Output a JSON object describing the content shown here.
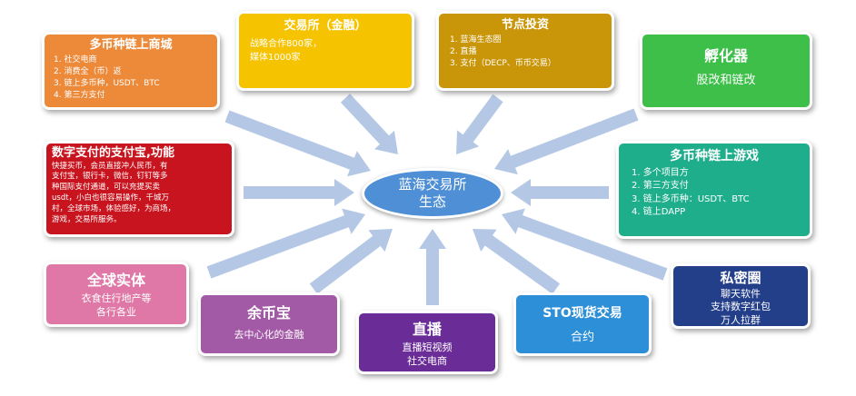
{
  "center": {
    "line1": "蓝海交易所",
    "line2": "生态"
  },
  "nodes": {
    "multi_coin_mall": {
      "title": "多币种链上商城",
      "items": [
        "1. 社交电商",
        "2. 消费全（币）返",
        "3. 链上多币种，USDT、BTC",
        "4. 第三方支付"
      ],
      "color": "#ec8a3a"
    },
    "exchange": {
      "title": "交易所（金融）",
      "lines": [
        "战略合作800家，",
        "媒体1000家"
      ],
      "color": "#f5c300"
    },
    "node_investment": {
      "title": "节点投资",
      "items": [
        "1. 蓝海生态圈",
        "2. 直播",
        "3. 支付（DECP、币币交易）"
      ],
      "color": "#c9960a"
    },
    "incubator": {
      "title": "孵化器",
      "lines": [
        "股改和链改"
      ],
      "color": "#3dbf4a"
    },
    "digital_payment": {
      "title": "数字支付的支付宝,功能",
      "lines": [
        "快捷买币，会员直接冲人民币，有",
        "支付宝，银行卡，微信，钉钉等多",
        "种国际支付通道，可以充提买卖",
        "usdt，小白也很容易操作，千城万",
        "村，全球市场，体验感好，为商场，",
        "游戏，交易所服务。"
      ],
      "color": "#c8141e"
    },
    "multi_coin_game": {
      "title": "多币种链上游戏",
      "items": [
        "1. 多个项目方",
        "2. 第三方支付",
        "3. 链上多币种：USDT、BTC",
        "4. 链上DAPP"
      ],
      "color": "#1fae8c"
    },
    "global_entity": {
      "title": "全球实体",
      "lines": [
        "衣食住行地产等",
        "各行各业"
      ],
      "color": "#df78a6"
    },
    "yubibao": {
      "title": "余币宝",
      "lines": [
        "去中心化的金融"
      ],
      "color": "#a35aa6"
    },
    "live": {
      "title": "直播",
      "lines": [
        "直播短视频",
        "社交电商"
      ],
      "color": "#6a2c96"
    },
    "sto": {
      "title": "STO现货交易",
      "lines": [
        "合约"
      ],
      "color": "#2d8fd8"
    },
    "private_circle": {
      "title": "私密圈",
      "lines": [
        "聊天软件",
        "支持数字红包",
        "万人拉群"
      ],
      "color": "#243f8a"
    }
  },
  "arrow_color": "#b4c8e6"
}
